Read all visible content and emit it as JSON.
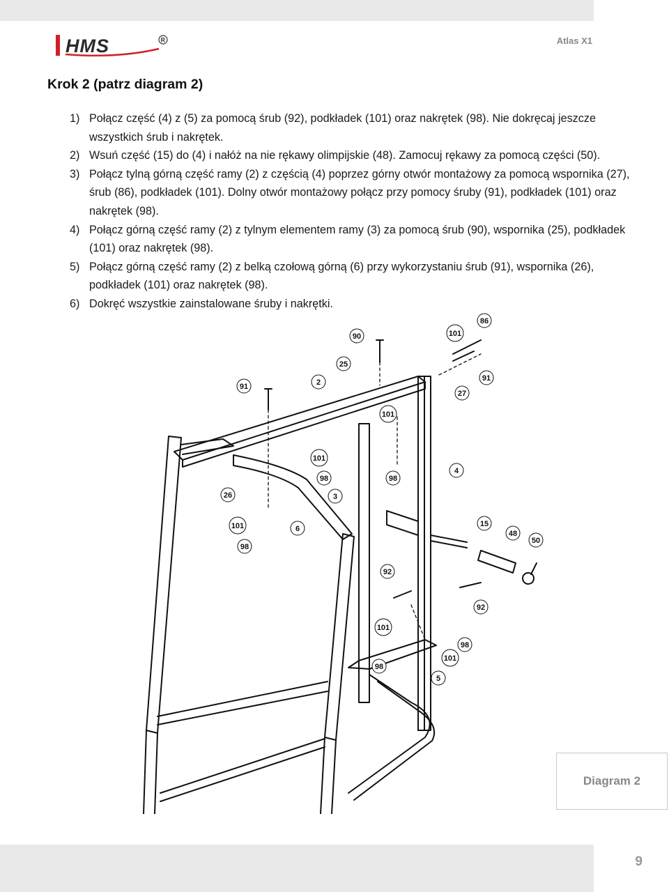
{
  "header": {
    "brand": "HMS",
    "model": "Atlas X1"
  },
  "title": "Krok 2 (patrz diagram 2)",
  "steps": [
    {
      "num": "1)",
      "text": "Połącz część (4) z (5) za pomocą śrub (92), podkładek (101) oraz nakrętek (98). Nie dokręcaj jeszcze wszystkich śrub i nakrętek."
    },
    {
      "num": "2)",
      "text": "Wsuń część (15) do (4) i nałóż na nie rękawy olimpijskie (48). Zamocuj rękawy za pomocą części (50)."
    },
    {
      "num": "3)",
      "text": "Połącz tylną górną część ramy (2) z częścią (4) poprzez górny otwór montażowy za pomocą wspornika (27), śrub (86), podkładek (101). Dolny otwór montażowy połącz przy pomocy śruby (91), podkładek (101) oraz nakrętek (98)."
    },
    {
      "num": "4)",
      "text": "Połącz górną część ramy (2) z tylnym elementem ramy (3) za pomocą śrub (90), wspornika (25), podkładek (101) oraz nakrętek (98)."
    },
    {
      "num": "5)",
      "text": "Połącz górną część ramy (2) z belką czołową górną (6) przy wykorzystaniu śrub (91), wspornika (26), podkładek (101) oraz nakrętek (98)."
    },
    {
      "num": "6)",
      "text": "Dokręć wszystkie zainstalowane śruby i nakrętki."
    }
  ],
  "diagram": {
    "label": "Diagram 2",
    "callouts": [
      "86",
      "101",
      "90",
      "91",
      "25",
      "2",
      "27",
      "101",
      "4",
      "101",
      "98",
      "98",
      "26",
      "3",
      "101",
      "6",
      "98",
      "15",
      "48",
      "50",
      "92",
      "92",
      "101",
      "98",
      "101",
      "98",
      "5"
    ]
  },
  "footer": {
    "page": "9"
  },
  "colors": {
    "brand_red": "#d0202a",
    "band_gray": "#e9e9e9",
    "muted_text": "#888888"
  }
}
